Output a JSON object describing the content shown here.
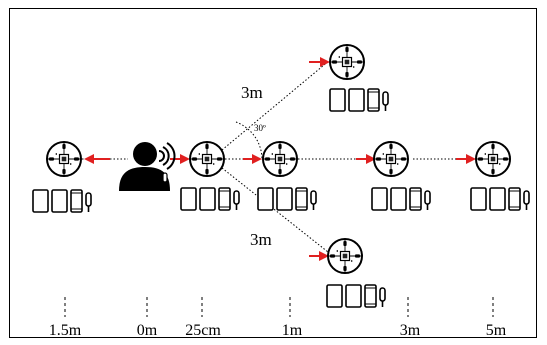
{
  "distance_labels": {
    "upper_branch": "3m",
    "lower_branch": "3m",
    "angle": "30º"
  },
  "axis": {
    "ticks": [
      "1.5m",
      "0m",
      "25cm",
      "1m",
      "3m",
      "5m"
    ]
  },
  "nodes": [
    {
      "id": "node-left"
    },
    {
      "id": "node-25cm"
    },
    {
      "id": "node-1m"
    },
    {
      "id": "node-3m"
    },
    {
      "id": "node-5m"
    },
    {
      "id": "node-top"
    },
    {
      "id": "node-bottom"
    }
  ],
  "colors": {
    "arrow": "#e02020",
    "line": "#000000"
  },
  "icons": [
    "person-speaking-icon",
    "sound-waves-icon",
    "speaker-array-icon",
    "tablet-icon",
    "phone-icon",
    "audio-recorder-icon"
  ]
}
